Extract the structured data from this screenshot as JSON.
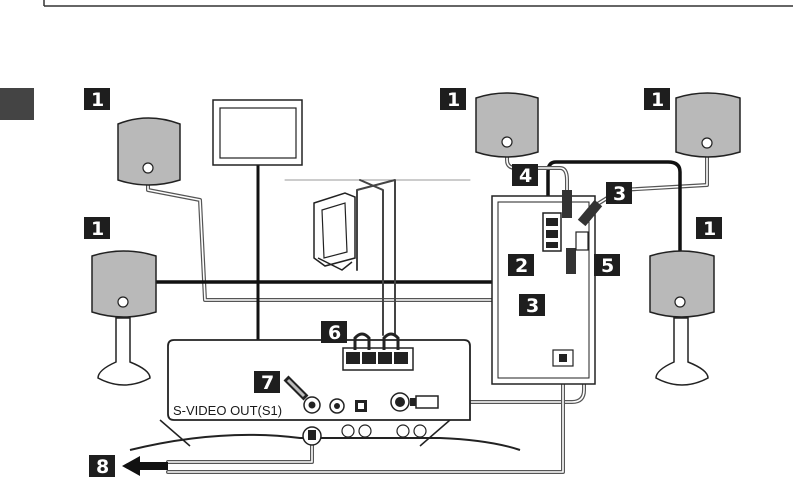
{
  "diagram": {
    "step_badges": [
      {
        "id": "front-left-top",
        "text": "1"
      },
      {
        "id": "center-top",
        "text": "1"
      },
      {
        "id": "front-right-top",
        "text": "1"
      },
      {
        "id": "surround-left",
        "text": "1"
      },
      {
        "id": "surround-right",
        "text": "1"
      },
      {
        "id": "subwoofer-connector",
        "text": "2"
      },
      {
        "id": "speaker-plug-upper",
        "text": "3"
      },
      {
        "id": "speaker-plug-lower",
        "text": "3"
      },
      {
        "id": "center-speaker-plug",
        "text": "4"
      },
      {
        "id": "system-cable",
        "text": "5"
      },
      {
        "id": "antenna-terminals",
        "text": "6"
      },
      {
        "id": "video-cable",
        "text": "7"
      },
      {
        "id": "power-cord",
        "text": "8"
      }
    ],
    "rear_panel_label": "S-VIDEO OUT(S1)",
    "colors": {
      "speaker_fill": "#b9b9b9",
      "page_tab": "#444444",
      "thick_cable": "#111111",
      "thin_cable": "#777777"
    }
  }
}
